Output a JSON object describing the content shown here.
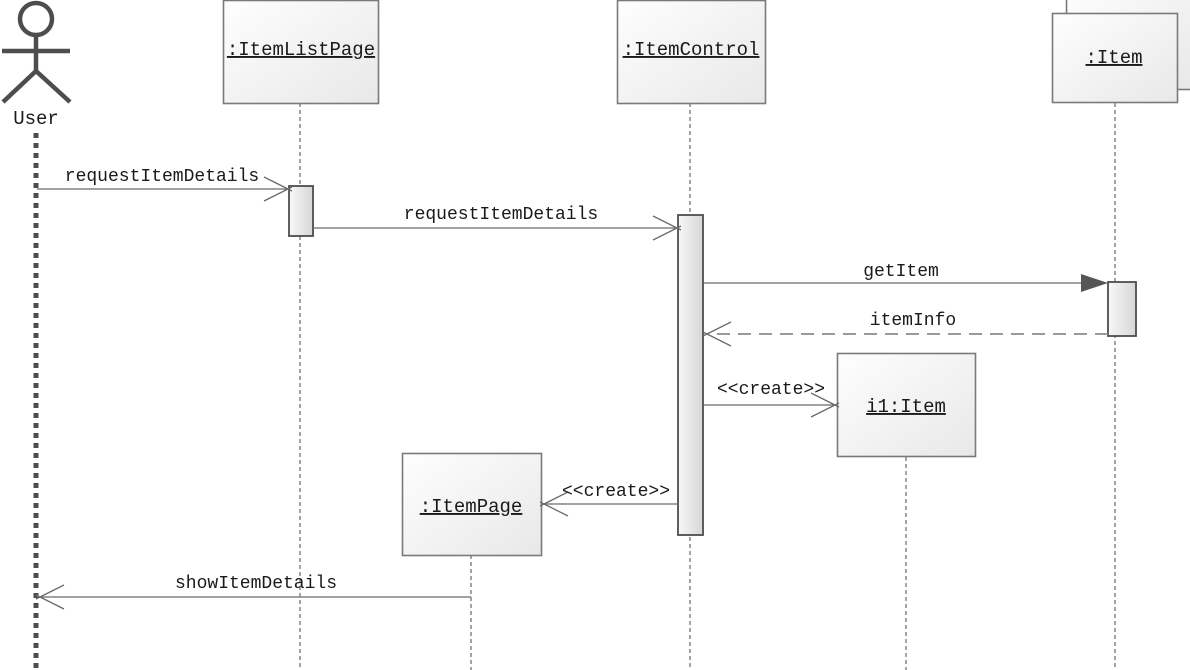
{
  "diagram_type": "uml-sequence-diagram",
  "actor": {
    "label": "User"
  },
  "objects": {
    "item_list_page": {
      "label": ":ItemListPage"
    },
    "item_control": {
      "label": ":ItemControl"
    },
    "item": {
      "label": ":Item",
      "multi_object": true
    },
    "i1_item": {
      "label": "i1:Item"
    },
    "item_page": {
      "label": ":ItemPage"
    }
  },
  "messages": {
    "request_item_details_1": {
      "label": "requestItemDetails",
      "from": "User",
      "to": ":ItemListPage",
      "style": "sync-open"
    },
    "request_item_details_2": {
      "label": "requestItemDetails",
      "from": ":ItemListPage",
      "to": ":ItemControl",
      "style": "sync-open"
    },
    "get_item": {
      "label": "getItem",
      "from": ":ItemControl",
      "to": ":Item",
      "style": "sync-filled"
    },
    "item_info": {
      "label": "itemInfo",
      "from": ":Item",
      "to": ":ItemControl",
      "style": "return-dashed"
    },
    "create_i1_item": {
      "label": "<<create>>",
      "from": ":ItemControl",
      "to": "i1:Item",
      "style": "create-open"
    },
    "create_item_page": {
      "label": "<<create>>",
      "from": ":ItemControl",
      "to": ":ItemPage",
      "style": "create-open"
    },
    "show_item_details": {
      "label": "showItemDetails",
      "from": ":ItemPage",
      "to": "User",
      "style": "open"
    }
  },
  "colors": {
    "background": "#ffffff",
    "text": "#1a1a1a",
    "line": "#6b6b6b",
    "box_border": "#7a7a7a",
    "box_fill_top": "#fefefe",
    "box_fill_bottom": "#e8e8e8",
    "activation_border": "#4d4d4d",
    "activation_fill_light": "#f8f8f8",
    "activation_fill_dark": "#d6d6d6",
    "filled_arrow": "#555555"
  }
}
